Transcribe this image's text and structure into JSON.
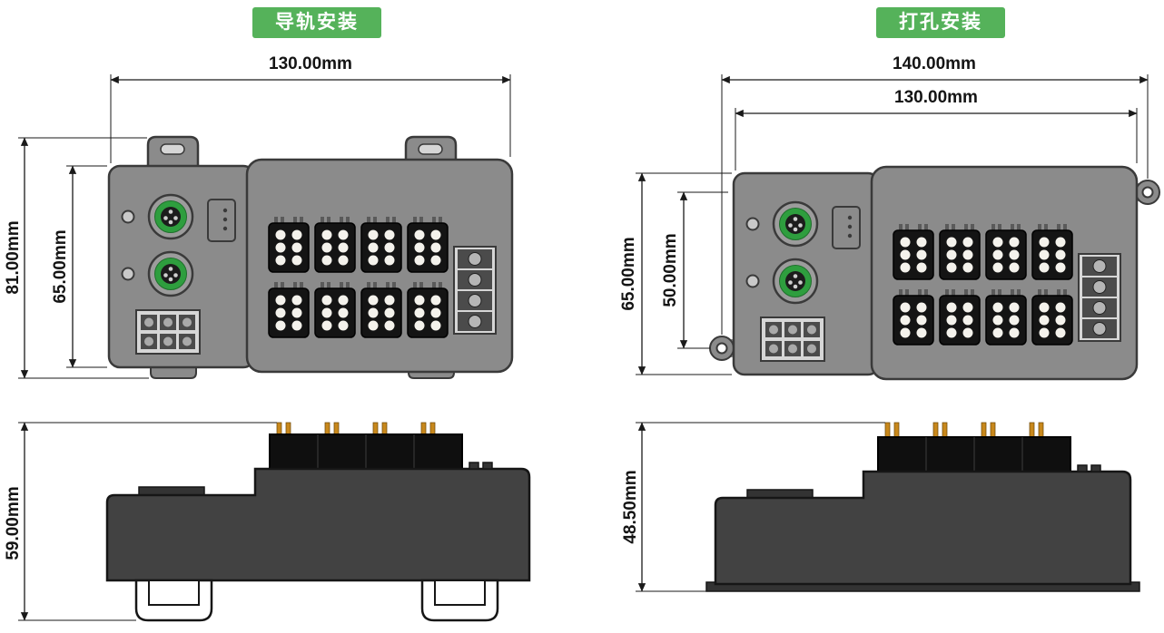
{
  "left_section": {
    "title": "导轨安装",
    "front": {
      "width": "130.00mm",
      "height_outer": "81.00mm",
      "height_inner": "65.00mm"
    },
    "side": {
      "height": "59.00mm"
    }
  },
  "right_section": {
    "title": "打孔安装",
    "front": {
      "width_outer": "140.00mm",
      "width_inner": "130.00mm",
      "height_outer": "65.00mm",
      "height_inner": "50.00mm"
    },
    "side": {
      "height": "48.50mm"
    }
  },
  "colors": {
    "badge_green": "#55b25a",
    "device_gray": "#8b8b8b",
    "device_outline": "#3a3a3a",
    "connector_green": "#2e9e3e",
    "side_body_gray": "#424242",
    "pin_gold": "#c8881c",
    "dimension_line": "#1a1a1a"
  }
}
